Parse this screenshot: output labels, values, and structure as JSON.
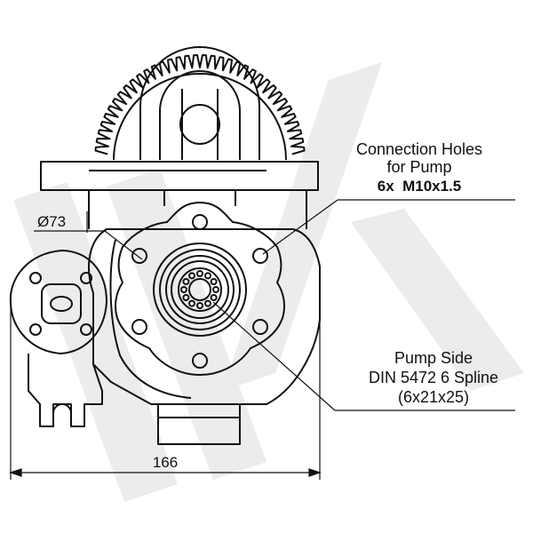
{
  "dimensions": {
    "diameter": "Ø73",
    "width": "166"
  },
  "callouts": {
    "connection_holes": {
      "line1": "Connection Holes",
      "line2": "for Pump",
      "line3": "6x  M10x1.5"
    },
    "pump_side": {
      "line1": "Pump Side",
      "line2": "DIN 5472 6 Spline",
      "line3": "(6x21x25)"
    }
  },
  "colors": {
    "line": "#111111",
    "watermark": "#ececec"
  }
}
